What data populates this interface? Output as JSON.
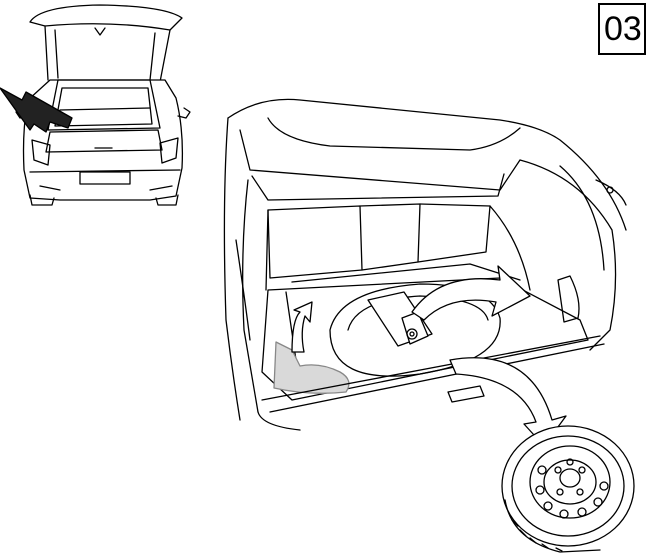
{
  "step": {
    "number": "03"
  },
  "colors": {
    "line": "#000000",
    "arrow": "#333333",
    "shade": "#d9d9d9",
    "background": "#ffffff"
  },
  "figure": {
    "inset": "rear-view-car-open-tailgate",
    "main": "trunk-floor-lifted-spare-wheel-removed"
  }
}
